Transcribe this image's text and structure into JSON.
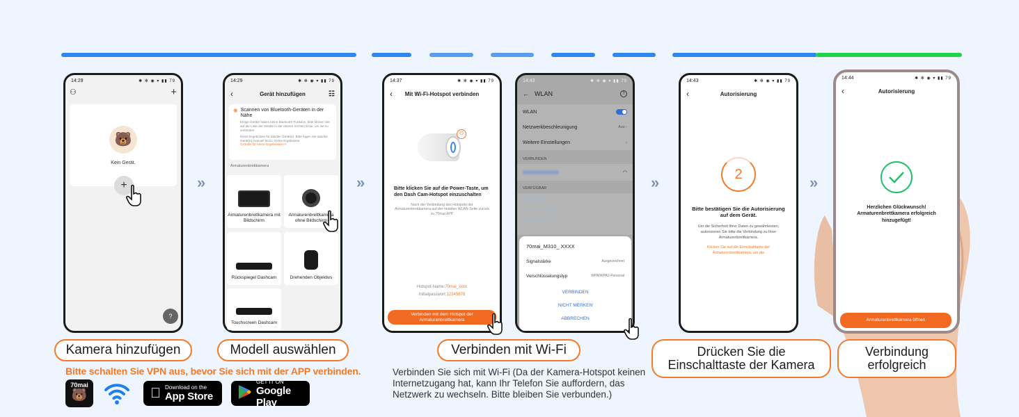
{
  "steps": {
    "step1": "Kamera hinzufügen",
    "step2": "Modell auswählen",
    "step3": "Verbinden mit Wi-Fi",
    "step4": "Drücken Sie die Einschalttaste der Kamera",
    "step5": "Verbindung erfolgreich"
  },
  "warning": "Bitte schalten Sie VPN aus, bevor Sie sich mit der APP verbinden.",
  "wifi_note": "Verbinden Sie sich mit Wi-Fi (Da der Kamera-Hotspot keinen Internetzugang hat, kann Ihr Telefon Sie auffordern, das Netzwerk zu wechseln. Bitte bleiben Sie verbunden.)",
  "chevron": "»",
  "stores": {
    "logo_text": "70mai",
    "appstore_small": "Download on the",
    "appstore_big": "App Store",
    "googleplay_small": "GET IT ON",
    "googleplay_big": "Google Play"
  },
  "phone1": {
    "time": "14:29",
    "status": "✱ ✻ ◉ ▾ ▮▮ 79",
    "empty_text": "Kein Gerät.",
    "plus": "+",
    "help": "?"
  },
  "phone2": {
    "time": "14:29",
    "title": "Gerät hinzufügen",
    "scan_title": "Scannen von Bluetooth-Geräten in der Nähe",
    "scan_desc": "Einige Geräte haben keine Bluetooth-Funktion, bitte klicken Sie auf die Liste der Geräte in der oberen rechten Ecke, um sie zu verbinden",
    "no_result": "Keine Ergebnisse für das/die Gerät(e). Bitte fügen Sie das/die Gerät(e) manuell hinzu. Keine Ergebnisse",
    "no_result_link": "Gründe für keine Ergebnisse>>",
    "section": "Armaturenbrettkamera",
    "models": [
      "Armaturenbrettkamera mit Bildschirm",
      "Armaturenbrettkamera ohne Bildschirm",
      "Rückspiegel Dashcam",
      "Drehenden Objektivs",
      "Touchscreen Dashcam"
    ]
  },
  "phone3": {
    "time": "14:37",
    "title": "Mit Wi-Fi-Hotspot verbinden",
    "instruction": "Bitte klicken Sie auf die Power-Taste, um den Dash Cam-Hotspot einzuschalten",
    "note": "Nach der Verbindung des Hotspots der Armaturenbrettkamera auf der mobilen WLAN-Seite zurück zu 70mai APP",
    "hotspot_label": "Hotspot-Name:",
    "hotspot_value": "70mai_xxxx",
    "password_label": "Initialpasswort:",
    "password_value": "12345678",
    "button": "Verbinden mit dem Hotspot der Armaturenbrettkamera"
  },
  "phone4": {
    "time": "14:43",
    "title": "WLAN",
    "rows": [
      {
        "label": "WLAN",
        "value": ""
      },
      {
        "label": "Netzwerkbeschleunigung",
        "value": "Aus"
      },
      {
        "label": "Weitere Einstellungen",
        "value": ""
      }
    ],
    "connected": "VERBUNDEN",
    "available": "VERFÜGBAR",
    "dialog": {
      "network": "70mai_M310_ XXXX",
      "signal_label": "Signalstärke",
      "signal_value": "Ausgezeichnet",
      "enc_label": "Verschlüsselungstyp",
      "enc_value": "WPA/WPA2-Personal",
      "connect": "VERBINDEN",
      "forget": "NICHT MERKEN",
      "cancel": "ABBRECHEN"
    }
  },
  "phone5": {
    "time": "14:43",
    "title": "Autorisierung",
    "count": "2",
    "heading": "Bitte bestätigen Sie die Autorisierung auf dem Gerät.",
    "desc": "Um die Sicherheit Ihrer Daten zu gewährleisten, autorisieren Sie bitte die Verbindung zu Ihrer Armaturenbrettkamera.",
    "link": "Klicken Sie auf die Einschalttaste der Armaturenbrettkamera, um die"
  },
  "phone6": {
    "time": "14:44",
    "title": "Autorisierung",
    "message": "Herzlichen Glückwunsch! Armaturenbrettkamera erfolgreich hinzugefügt!",
    "button": "Armaturenbrettkamera öffnen"
  },
  "colors": {
    "accent_blue": "#2f86ee",
    "accent_green": "#1fd34b",
    "accent_orange": "#f47a2a"
  }
}
